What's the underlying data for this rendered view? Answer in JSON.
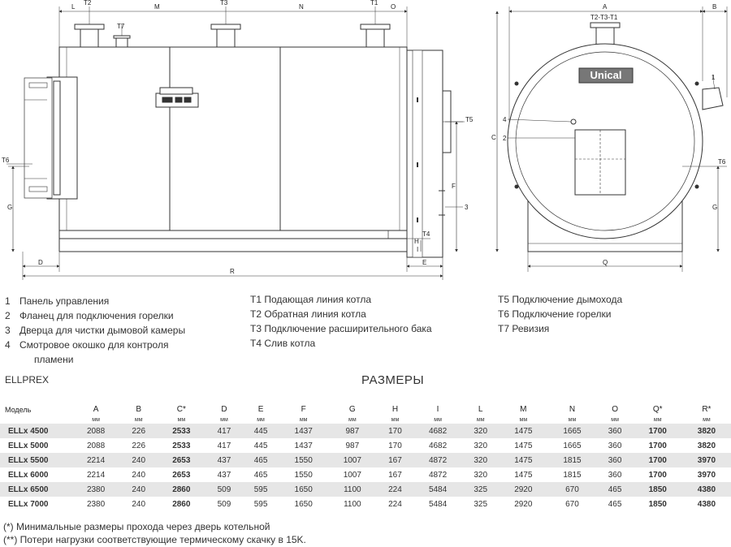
{
  "drawing": {
    "side_dims": {
      "L": "L",
      "T2": "T2",
      "M": "M",
      "T3": "T3",
      "N": "N",
      "T1": "T1",
      "O": "O",
      "T7": "T7",
      "T5": "T5",
      "T6": "T6",
      "G": "G",
      "F": "F",
      "3": "3",
      "T4": "T4",
      "H": "H",
      "I": "I",
      "D": "D",
      "R": "R",
      "E": "E"
    },
    "front_dims": {
      "A": "A",
      "B": "B",
      "T2T3T1": "T2-T3-T1",
      "C": "C",
      "4": "4",
      "2": "2",
      "1": "1",
      "T6": "T6",
      "G": "G",
      "Q": "Q"
    },
    "brand": "Unical"
  },
  "legend": {
    "col1": [
      {
        "num": "1",
        "text": "Панель управления"
      },
      {
        "num": "2",
        "text": "Фланец для подключения горелки"
      },
      {
        "num": "3",
        "text": "Дверца для чистки дымовой камеры"
      },
      {
        "num": "4",
        "text": "Смотровое окошко для контроля"
      }
    ],
    "col1_cont": "пламени",
    "col2": [
      "T1 Подающая линия котла",
      "T2 Обратная линия котла",
      "T3 Подключение расширительного бака",
      "T4 Слив котла"
    ],
    "col3": [
      "T5 Подключение дымохода",
      "T6 Подключение горелки",
      "T7  Ревизия"
    ]
  },
  "series_label": "ELLPREX",
  "table_title": "РАЗМЕРЫ",
  "table": {
    "model_header": "Модель",
    "columns": [
      "A",
      "B",
      "C*",
      "D",
      "E",
      "F",
      "G",
      "H",
      "I",
      "L",
      "M",
      "N",
      "O",
      "Q*",
      "R*"
    ],
    "unit": "мм",
    "bold_cols": [
      2,
      13,
      14
    ],
    "rows": [
      {
        "model": "ELLx 4500",
        "values": [
          "2088",
          "226",
          "2533",
          "417",
          "445",
          "1437",
          "987",
          "170",
          "4682",
          "320",
          "1475",
          "1665",
          "360",
          "1700",
          "3820"
        ]
      },
      {
        "model": "ELLx 5000",
        "values": [
          "2088",
          "226",
          "2533",
          "417",
          "445",
          "1437",
          "987",
          "170",
          "4682",
          "320",
          "1475",
          "1665",
          "360",
          "1700",
          "3820"
        ]
      },
      {
        "model": "ELLx 5500",
        "values": [
          "2214",
          "240",
          "2653",
          "437",
          "465",
          "1550",
          "1007",
          "167",
          "4872",
          "320",
          "1475",
          "1815",
          "360",
          "1700",
          "3970"
        ]
      },
      {
        "model": "ELLx 6000",
        "values": [
          "2214",
          "240",
          "2653",
          "437",
          "465",
          "1550",
          "1007",
          "167",
          "4872",
          "320",
          "1475",
          "1815",
          "360",
          "1700",
          "3970"
        ]
      },
      {
        "model": "ELLx 6500",
        "values": [
          "2380",
          "240",
          "2860",
          "509",
          "595",
          "1650",
          "1100",
          "224",
          "5484",
          "325",
          "2920",
          "670",
          "465",
          "1850",
          "4380"
        ]
      },
      {
        "model": "ELLx 7000",
        "values": [
          "2380",
          "240",
          "2860",
          "509",
          "595",
          "1650",
          "1100",
          "224",
          "5484",
          "325",
          "2920",
          "670",
          "465",
          "1850",
          "4380"
        ]
      }
    ]
  },
  "footnotes": [
    "(*) Минимальные размеры прохода через дверь котельной",
    "(**) Потери нагрузки соответствующие термическому скачку в 15K."
  ]
}
